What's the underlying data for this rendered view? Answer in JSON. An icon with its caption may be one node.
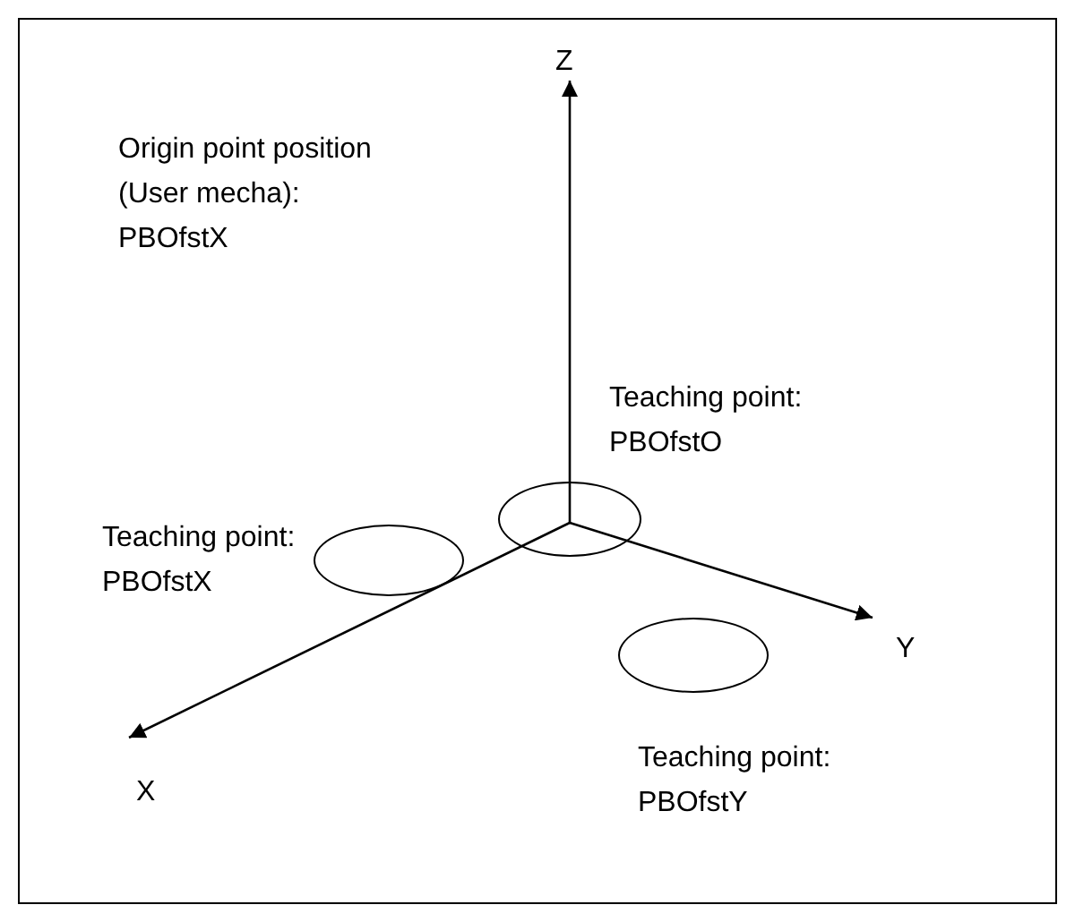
{
  "diagram": {
    "nodes": [
      {
        "text": [],
        "shape": "ellipse",
        "beside": [
          "Teaching point: PBOfstO"
        ]
      },
      {
        "text": [],
        "shape": "ellipse",
        "beside": [
          "Teaching point: PBOfstX"
        ]
      },
      {
        "text": [],
        "shape": "ellipse",
        "beside": [
          "Teaching point: PBOfstY"
        ]
      }
    ],
    "labels": [
      "Z",
      "Origin point position (User mecha): PBOfstX",
      "Y",
      "X"
    ]
  }
}
